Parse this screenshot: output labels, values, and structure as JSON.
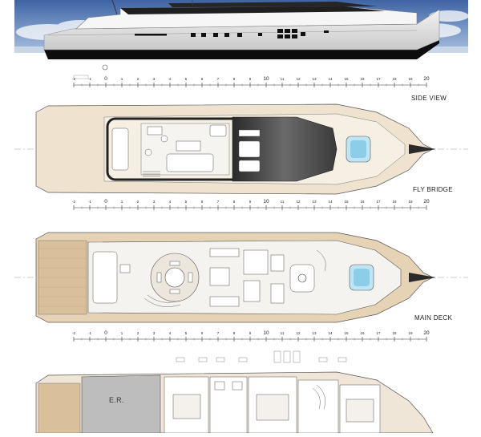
{
  "labels": {
    "side_view": "SIDE VIEW",
    "fly_bridge": "FLY BRIDGE",
    "main_deck": "MAIN DECK",
    "engine_room": "E.R."
  },
  "scale": {
    "ticks": [
      "-2",
      "-1",
      "0",
      "1",
      "2",
      "3",
      "4",
      "5",
      "6",
      "7",
      "8",
      "9",
      "10",
      "11",
      "12",
      "13",
      "14",
      "15",
      "16",
      "17",
      "18",
      "19",
      "20"
    ]
  },
  "colors": {
    "sky": "#5a7fb8",
    "hull_dark": "#111111",
    "deck_wood": "#e9d7bd",
    "teak": "#d8b98e",
    "interior": "#f4f2ee",
    "line": "#444444",
    "pool": "#9fd3ea"
  }
}
